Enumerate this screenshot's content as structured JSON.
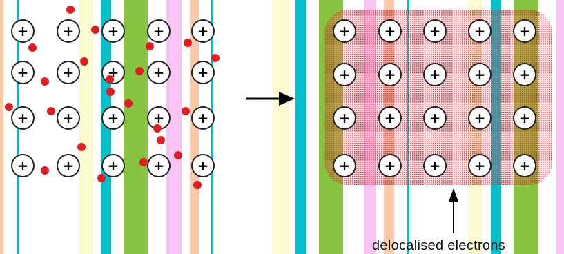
{
  "ion_symbol": "+",
  "label_text": "delocalised electrons",
  "colors": {
    "cyan": "#00c0cc",
    "green": "#86c341",
    "peach": "#f9c9a9",
    "yellow": "#fcfad0",
    "pink": "#f8c4f4",
    "electron": "#e11d21",
    "sea": "#f12e3a",
    "ion_fill": "#ffffff",
    "ion_stroke": "#222222",
    "arrow": "#000000"
  },
  "left_panel": {
    "rows": 4,
    "columns": 5,
    "free_electrons": 23
  },
  "right_panel": {
    "rows": 4,
    "columns": 5
  },
  "icons": [
    "positive-ion-icon",
    "electron-icon",
    "right-arrow-icon",
    "up-arrow-icon"
  ]
}
